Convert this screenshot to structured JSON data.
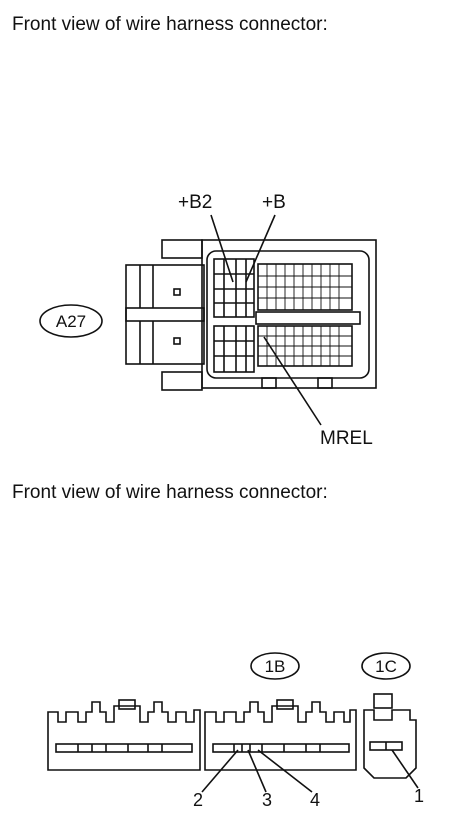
{
  "heading_top": "Front view of wire harness connector:",
  "heading_bottom": "Front view of wire harness connector:",
  "connector_a27": {
    "id": "A27",
    "pins": [
      "+B2",
      "+B",
      "MREL"
    ]
  },
  "connector_1b": {
    "id": "1B",
    "pins": [
      "2",
      "3",
      "4"
    ]
  },
  "connector_1c": {
    "id": "1C",
    "pins": [
      "1"
    ]
  }
}
